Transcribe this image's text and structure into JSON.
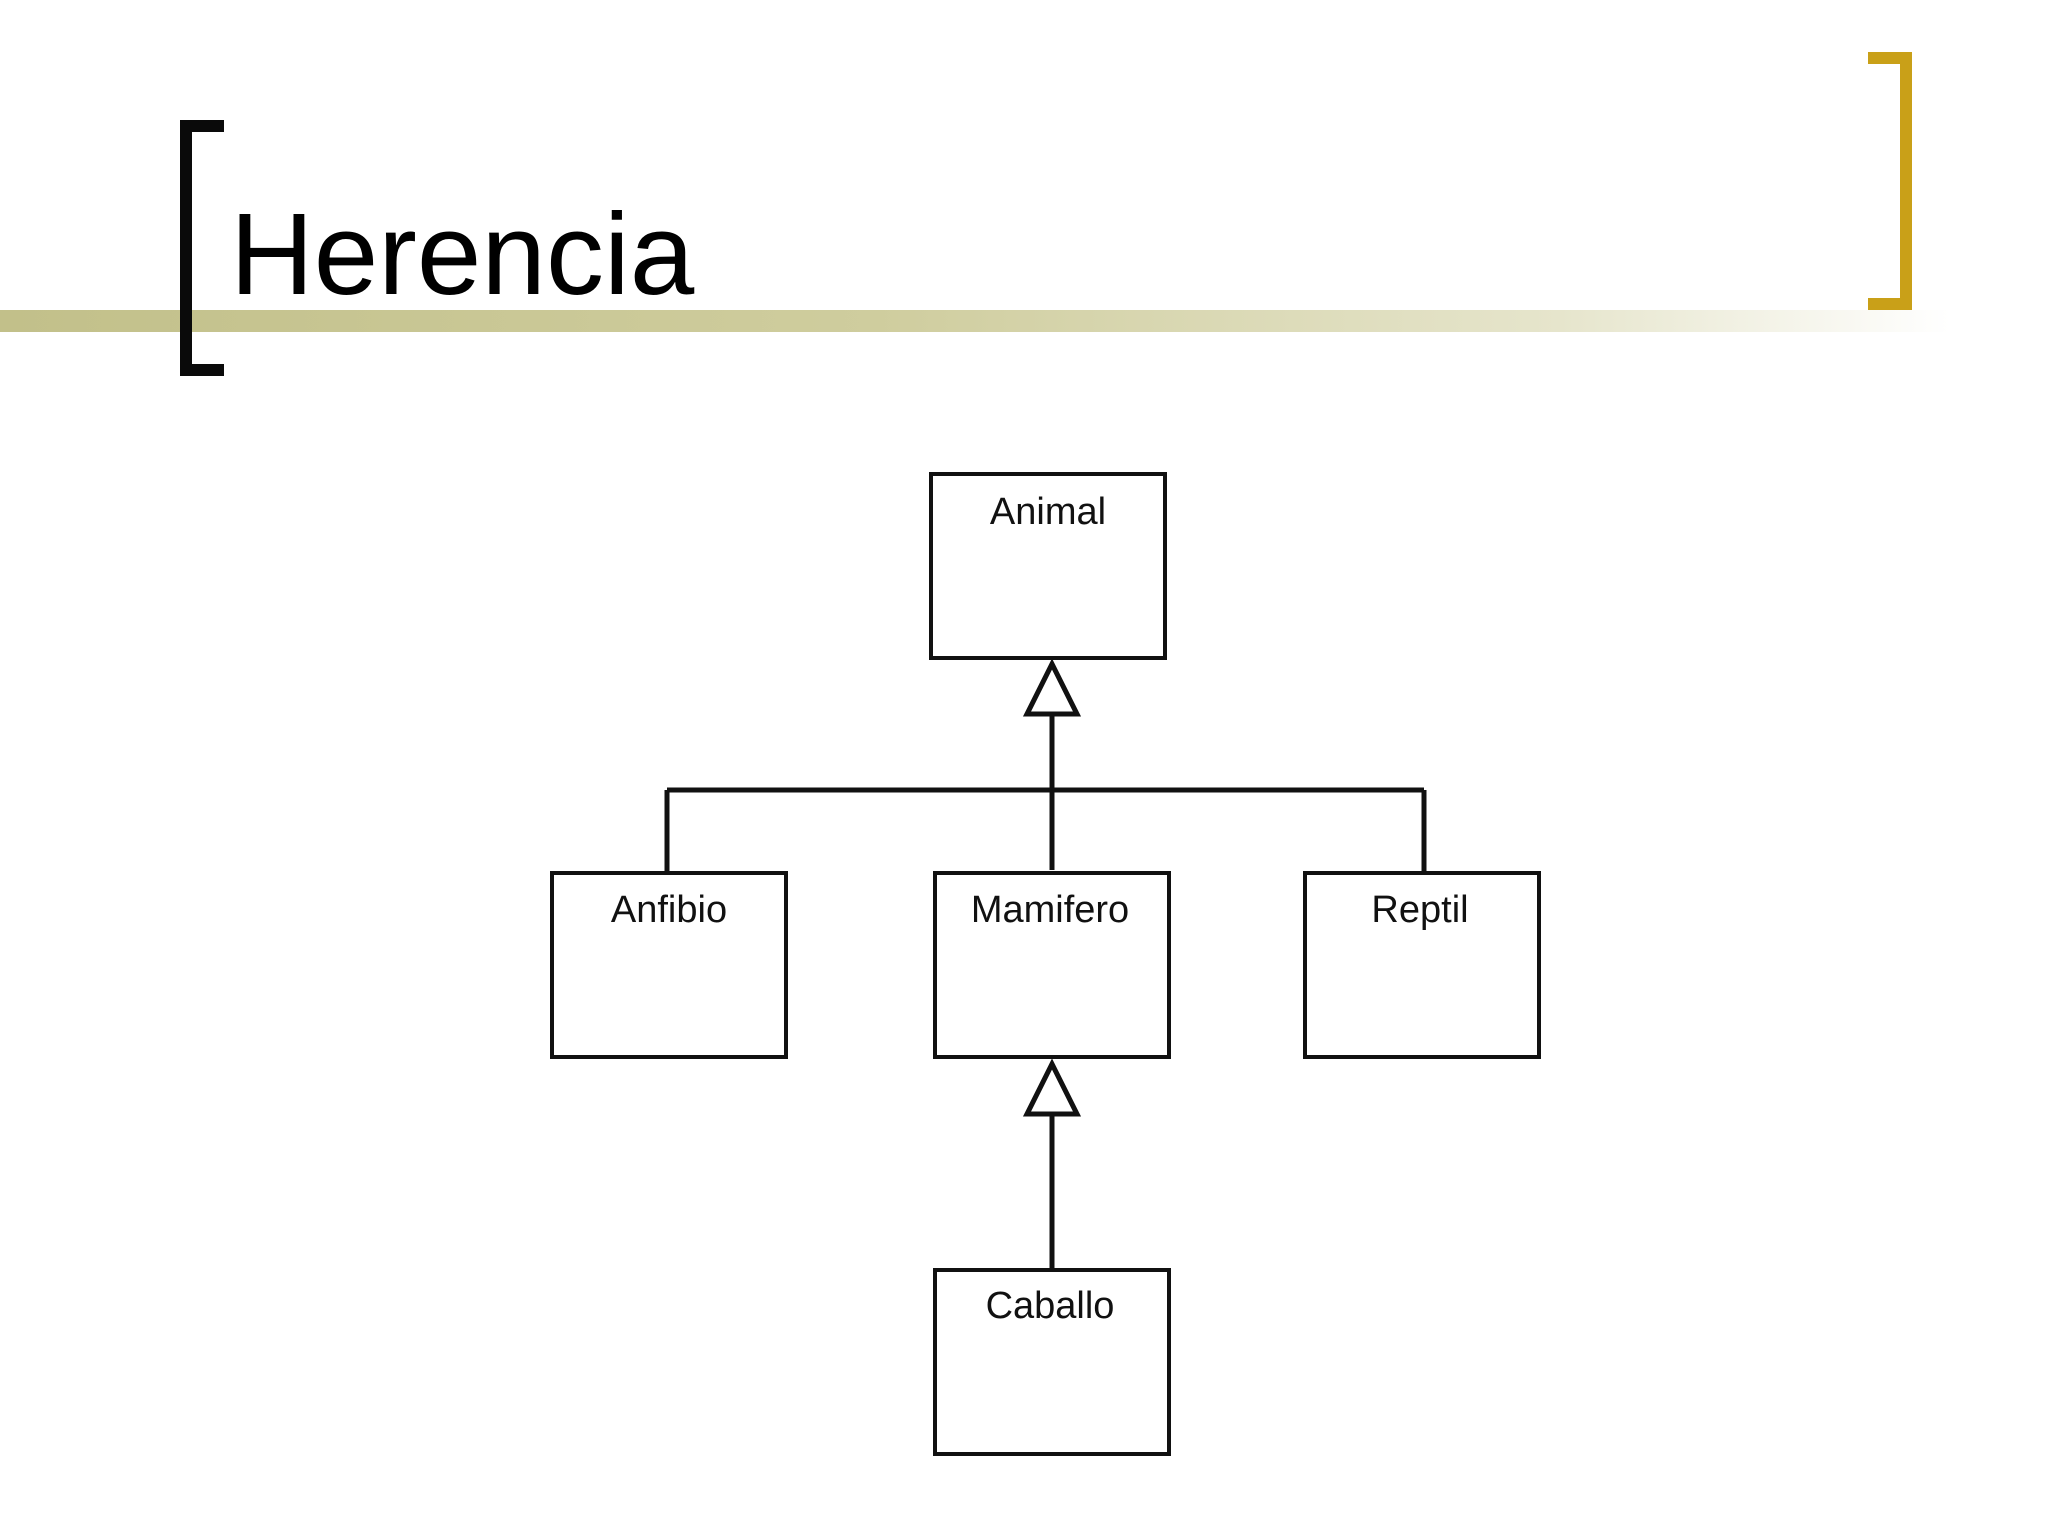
{
  "slide": {
    "title": "Herencia",
    "accent_color": "#c9a018",
    "rule_color": "#c2c08a"
  },
  "diagram": {
    "type": "uml-class-inheritance",
    "classes": [
      {
        "id": "animal",
        "name": "Animal"
      },
      {
        "id": "anfibio",
        "name": "Anfibio"
      },
      {
        "id": "mamifero",
        "name": "Mamifero"
      },
      {
        "id": "reptil",
        "name": "Reptil"
      },
      {
        "id": "caballo",
        "name": "Caballo"
      }
    ],
    "relations": [
      {
        "type": "generalization",
        "child": "anfibio",
        "parent": "animal"
      },
      {
        "type": "generalization",
        "child": "mamifero",
        "parent": "animal"
      },
      {
        "type": "generalization",
        "child": "reptil",
        "parent": "animal"
      },
      {
        "type": "generalization",
        "child": "caballo",
        "parent": "mamifero"
      }
    ]
  }
}
